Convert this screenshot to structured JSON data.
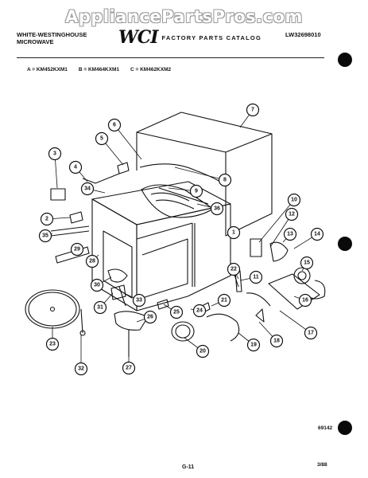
{
  "watermark": "AppliancePartsPros.com",
  "header": {
    "brand_line1": "WHITE-WESTINGHOUSE",
    "brand_line2": "MICROWAVE",
    "logo": "WCI",
    "catalog_title": "FACTORY PARTS CATALOG",
    "document_number": "LW32698010"
  },
  "models": {
    "a": "A = KM452KXM1",
    "b": "B = KM464KXM1",
    "c": "C = KM462KXM2"
  },
  "callouts": [
    "1",
    "2",
    "3",
    "4",
    "5",
    "6",
    "7",
    "8",
    "9",
    "10",
    "11",
    "12",
    "13",
    "14",
    "15",
    "16",
    "17",
    "18",
    "19",
    "20",
    "21",
    "22",
    "23",
    "24",
    "25",
    "26",
    "27",
    "28",
    "29",
    "30",
    "31",
    "32",
    "33",
    "34",
    "35",
    "36"
  ],
  "footer": {
    "figure_code": "69142",
    "page_number": "G-11",
    "date": "3/88"
  },
  "colors": {
    "ink": "#111111",
    "paper": "#ffffff",
    "bind_hole": "#0a0a0a"
  }
}
